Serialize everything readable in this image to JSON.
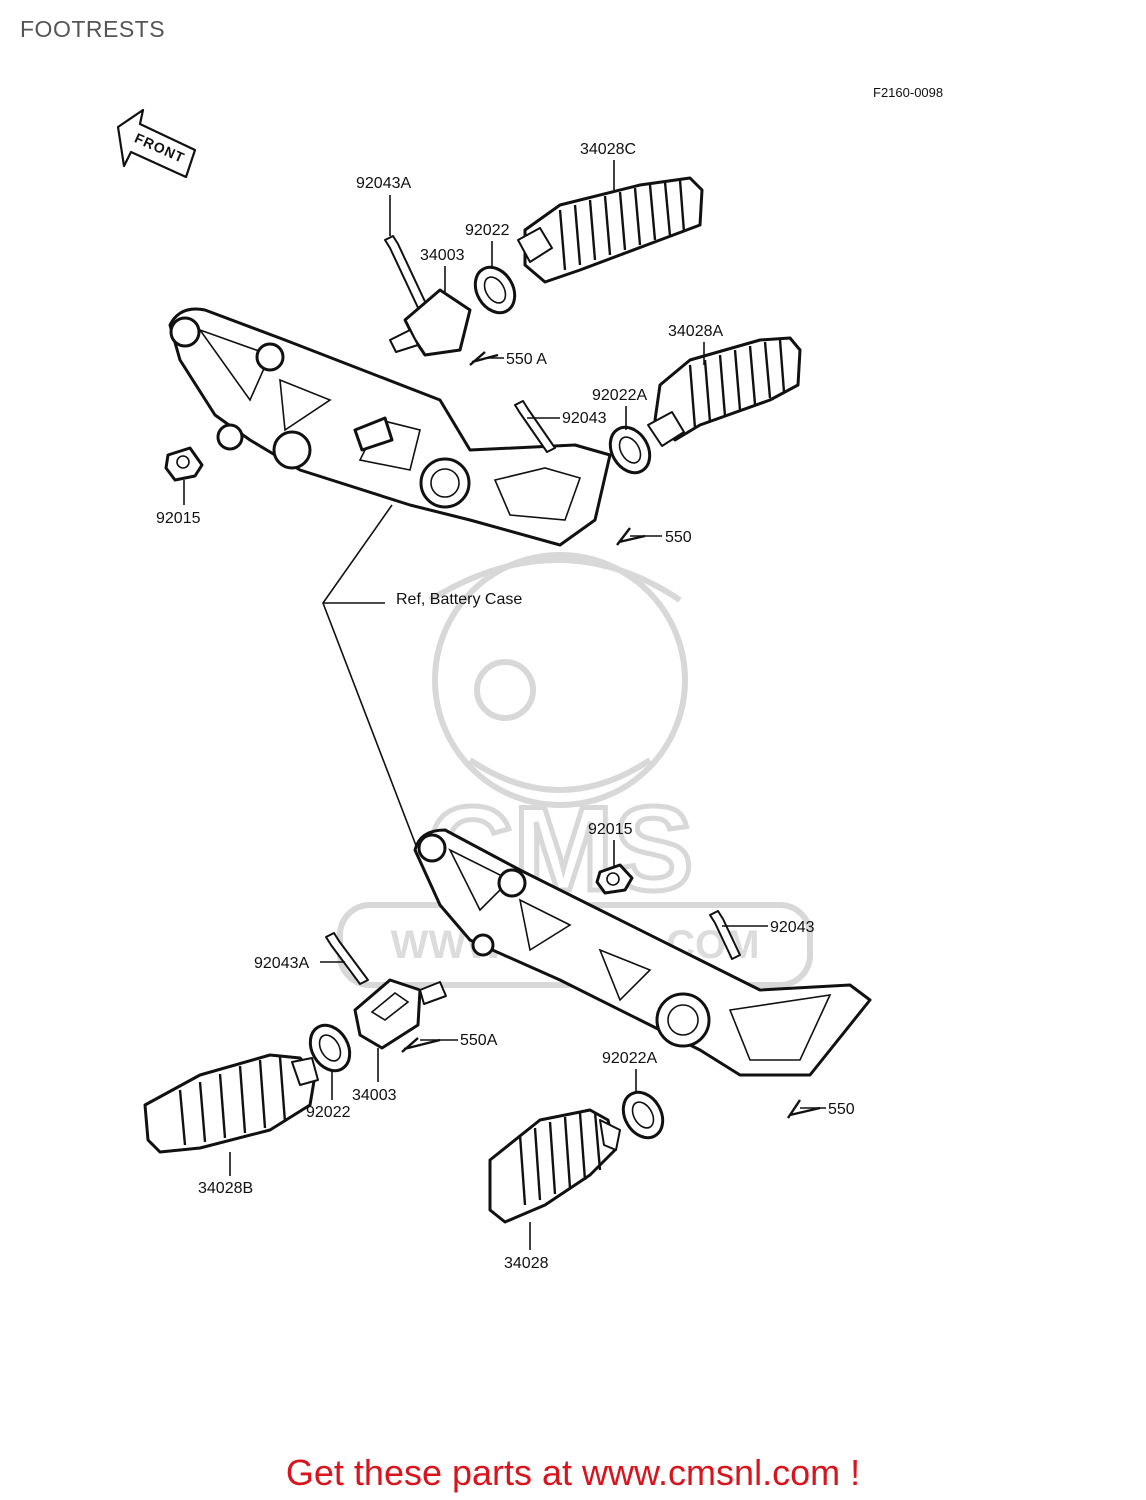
{
  "page": {
    "title": "FOOTRESTS"
  },
  "diagram": {
    "figure_code": "F2160-0098",
    "front_arrow_label": "FRONT",
    "reference_label": "Ref, Battery Case",
    "watermark_text": "CMS",
    "watermark_url": "WWW.CMSNL.COM",
    "callouts": {
      "c34028C": "34028C",
      "c92043A_top": "92043A",
      "c92022_top": "92022",
      "c34003_top": "34003",
      "c34028A": "34028A",
      "c550A_top": "550 A",
      "c92022A_top": "92022A",
      "c92043_top": "92043",
      "c92015_top": "92015",
      "c550_top": "550",
      "c92015_bot": "92015",
      "c92043_bot": "92043",
      "c92043A_bot": "92043A",
      "c550A_bot": "550A",
      "c34003_bot": "34003",
      "c92022_bot": "92022",
      "c34028B": "34028B",
      "c92022A_bot": "92022A",
      "c550_bot": "550",
      "c34028": "34028"
    }
  },
  "footer": {
    "text": "Get these parts at www.cmsnl.com !",
    "color": "#d9141c"
  }
}
